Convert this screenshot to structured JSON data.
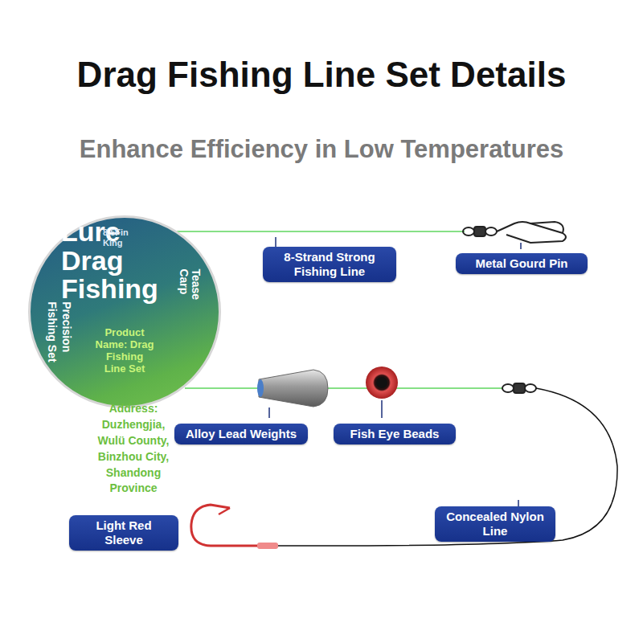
{
  "diagram": {
    "title": "Drag Fishing Line Set Details",
    "caption": "Enhance Efficiency in Low Temperatures",
    "nodes": [
      {
        "text": [
          "Lure Drag Fishing",
          "8.5Fin King",
          "Tease Carp",
          "Precision Fishing Set",
          "Product Name: Drag Fishing Line Set",
          "Address: Duzhengjia, Wulü County, Binzhou City, Shandong Province"
        ]
      },
      {
        "text": [
          "8-Strand Strong Fishing Line"
        ]
      },
      {
        "text": [
          "Metal Gourd Pin"
        ]
      },
      {
        "text": [
          "Alloy Lead Weights"
        ]
      },
      {
        "text": [
          "Fish Eye Beads"
        ]
      },
      {
        "text": [
          "Light Red Sleeve"
        ]
      },
      {
        "text": [
          "Concealed Nylon Line"
        ]
      }
    ],
    "edges": []
  }
}
